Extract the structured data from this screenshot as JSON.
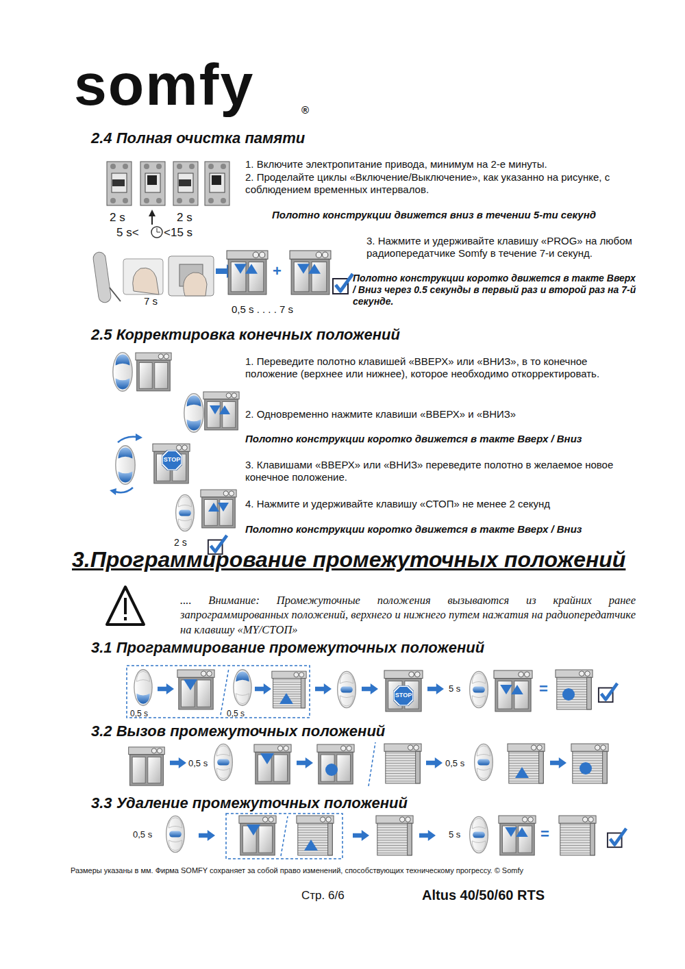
{
  "diagram": {
    "labels": [
      "somfy",
      "®",
      "2.4 Полная очистка памяти",
      "1. Включите электропитание привода, минимум на 2-е минуты.",
      "2. Проделайте циклы «Включение/Выключение», как указанно на рисунке, с соблюдением временных интервалов.",
      "Полотно конструкции движется вниз в течении 5-ти секунд",
      "2 s",
      "2 s",
      "5 s<",
      "<15 s",
      "3. Нажмите и удерживайте клавишу «PROG» на любом радиопередатчике Somfy в течение 7-и секунд.",
      "Полотно конструкции коротко движется в такте Вверх / Вниз через 0.5 секунды в первый раз и второй раз на 7-й секунде.",
      "+",
      "7 s",
      "0,5 s . . . . 7 s",
      "2.5 Корректировка конечных положений",
      "1. Переведите полотно клавишей «ВВЕРХ» или «ВНИЗ», в то конечное положение (верхнее или нижнее), которое необходимо откорректировать.",
      "2. Одновременно нажмите клавиши «ВВЕРХ» и «ВНИЗ»",
      "Полотно конструкции коротко движется в такте Вверх / Вниз",
      "STOP",
      "3. Клавишами «ВВЕРХ» или «ВНИЗ» переведите полотно в желаемое новое конечное положение.",
      "4. Нажмите и удерживайте клавишу «СТОП» не менее 2 секунд",
      "Полотно конструкции коротко движется в такте Вверх / Вниз",
      "2 s",
      "3.Программирование промежуточных положений",
      ".... Внимание: Промежуточные положения вызываются из крайних ранее запрограммированных положений, верхнего и нижнего путем нажатия на радиопередатчике на клавишу «MY/СТОП»",
      "3.1 Программирование промежуточных положений",
      "0,5 s",
      "0,5 s",
      "STOP",
      "5 s",
      "=",
      "3.2 Вызов промежуточных положений",
      "0,5 s",
      "0,5 s",
      "3.3 Удаление промежуточных положений",
      "0,5 s",
      "5 s",
      "=",
      "Размеры указаны в мм. Фирма SOMFY сохраняет за собой право изменений, способствующих техническому прогрессу. © Somfy",
      "Стр. 6/6",
      "Altus 40/50/60 RTS"
    ]
  }
}
